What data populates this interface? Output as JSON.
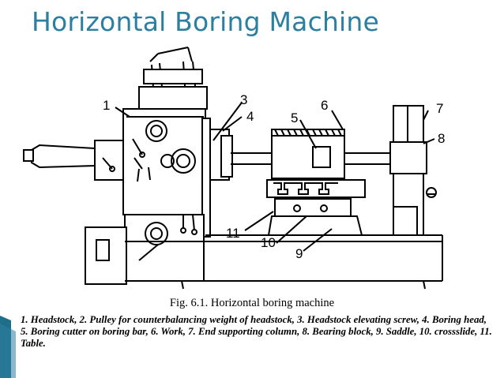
{
  "slide": {
    "title": "Horizontal Boring Machine",
    "accent_color": "#2b7fa0"
  },
  "figure": {
    "caption": "Fig. 6.1.   Horizontal boring machine",
    "callouts": {
      "c1": "1",
      "c3": "3",
      "c4": "4",
      "c5": "5",
      "c6": "6",
      "c7": "7",
      "c8": "8",
      "c9": "9",
      "c10": "10",
      "c11": "11"
    },
    "legend": "1. Headstock, 2. Pulley for counterbalancing weight of headstock, 3. Headstock elevating screw, 4. Boring head, 5. Boring cutter on boring bar, 6. Work, 7. End supporting column, 8. Bearing block, 9. Saddle, 10. crossslide, 11. Table."
  }
}
